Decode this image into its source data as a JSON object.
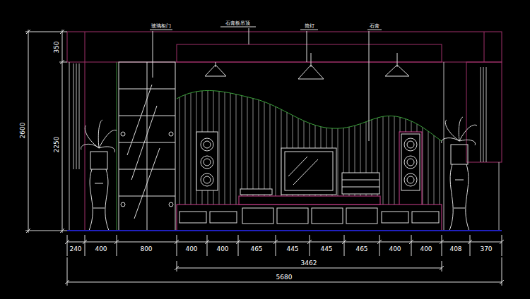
{
  "diagram": {
    "labels": [
      "玻璃柜门",
      "石膏板吊顶",
      "筒灯",
      "石膏",
      "350",
      "2250",
      "2600",
      "240",
      "400",
      "800",
      "400",
      "400",
      "465",
      "445",
      "445",
      "465",
      "400",
      "400",
      "408",
      "370",
      "3462",
      "5680"
    ]
  }
}
